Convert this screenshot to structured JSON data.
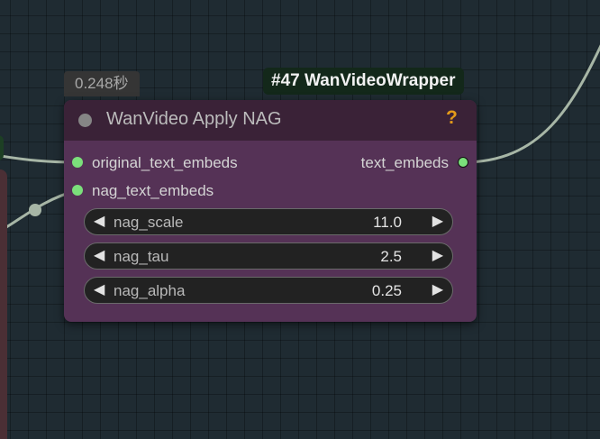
{
  "node": {
    "title": "WanVideo Apply NAG",
    "help_label": "?",
    "execution_time": "0.248秒",
    "id_badge": "#47 WanVideoWrapper",
    "inputs": [
      {
        "label": "original_text_embeds"
      },
      {
        "label": "nag_text_embeds"
      }
    ],
    "outputs": [
      {
        "label": "text_embeds"
      }
    ],
    "widgets": [
      {
        "label": "nag_scale",
        "value": "11.0"
      },
      {
        "label": "nag_tau",
        "value": "2.5"
      },
      {
        "label": "nag_alpha",
        "value": "0.25"
      }
    ],
    "arrow_left": "◀",
    "arrow_right": "▶"
  },
  "colors": {
    "canvas_bg": "#1f2b32",
    "node_body": "#553256",
    "node_header": "#3a2237",
    "slot_connected": "#7be07b",
    "help_icon": "#e39a1a",
    "link": "#a7b6a6"
  }
}
